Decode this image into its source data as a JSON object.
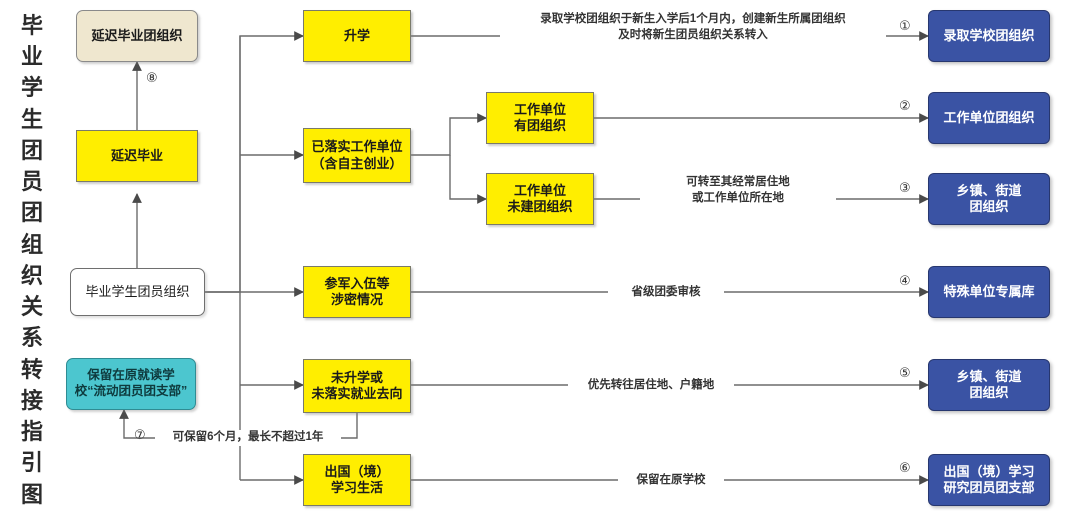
{
  "title": {
    "text": "毕业学生团员团组织关系转接指引图",
    "chars": [
      "毕",
      "业",
      "学",
      "生",
      "团",
      "员",
      "团",
      "组",
      "织",
      "关",
      "系",
      "转",
      "接",
      "指",
      "引",
      "图"
    ]
  },
  "colors": {
    "yellow": "#ffee00",
    "blue": "#3a53a4",
    "cyan": "#4cc6cf",
    "beige": "#efe7cf",
    "white": "#ffffff",
    "line": "#6b6b6b",
    "text": "#1a1a1a"
  },
  "nodes": {
    "delayed_org": "延迟毕业团组织",
    "delayed_grad": "延迟毕业",
    "root": "毕业学生团员组织",
    "floating_branch": "保留在原就读学\n校“流动团员团支部”",
    "further_study": "升学",
    "employed": "已落实工作单位\n（含自主创业）",
    "unit_has_org": "工作单位\n有团组织",
    "unit_no_org": "工作单位\n未建团组织",
    "military": "参军入伍等\n涉密情况",
    "unemployed": "未升学或\n未落实就业去向",
    "abroad": "出国（境）\n学习生活"
  },
  "targets": {
    "t1": "录取学校团组织",
    "t2": "工作单位团组织",
    "t3": "乡镇、街道\n团组织",
    "t4": "特殊单位专属库",
    "t5": "乡镇、街道\n团组织",
    "t6": "出国（境）学习\n研究团员团支部"
  },
  "edge_labels": {
    "e1": "录取学校团组织于新生入学后1个月内，创建新生所属团组织\n及时将新生团员组织关系转入",
    "e3": "可转至其经常居住地\n或工作单位所在地",
    "e4": "省级团委审核",
    "e5": "优先转往居住地、户籍地",
    "e6": "保留在原学校",
    "e7": "可保留6个月，最长不超过1年"
  },
  "step_numbers": {
    "n1": "①",
    "n2": "②",
    "n3": "③",
    "n4": "④",
    "n5": "⑤",
    "n6": "⑥",
    "n7": "⑦",
    "n8": "⑧"
  }
}
